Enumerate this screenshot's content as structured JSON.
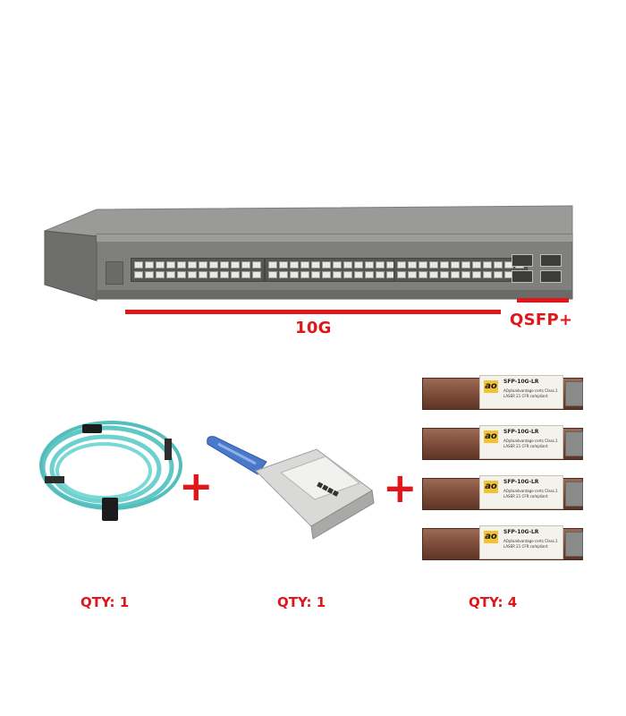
{
  "switch_labels": {
    "ports_10g": "10G",
    "ports_qsfp": "QSFP+"
  },
  "quantities": {
    "cable": "QTY: 1",
    "qsfp_module": "QTY: 1",
    "sfp_modules": "QTY: 4"
  },
  "plus_sign": "+",
  "sfp_module_label": {
    "logo": "ao",
    "model": "SFP-10G-LR",
    "fine_print": "AOptoadvantage certs Class.1 LASER 21 CFR compliant"
  },
  "colors": {
    "accent_red": "#e0161b",
    "cable_aqua": "#5fc7c5",
    "qsfp_pull_tab_blue": "#4a79c9",
    "sfp_body_brown": "#7a4a38"
  }
}
